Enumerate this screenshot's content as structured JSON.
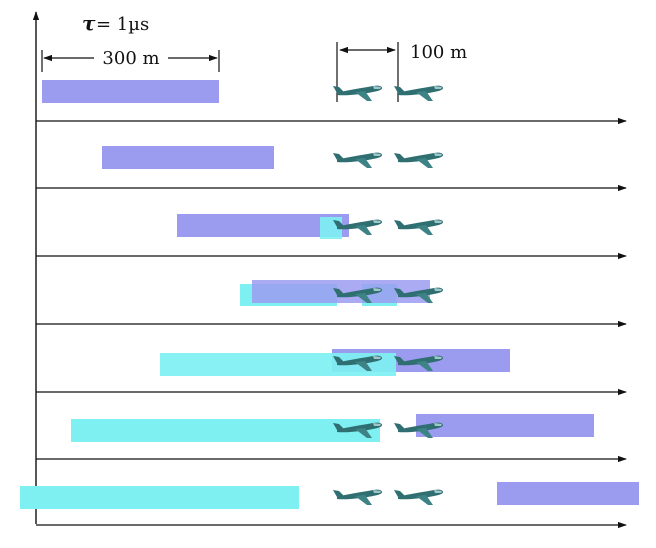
{
  "labels": {
    "tau": "τ",
    "tau_value": "= 1µs",
    "pulse_length": "300 m",
    "spacing": "100 m"
  },
  "colors": {
    "transmit_pulse": "#9b9cf0",
    "echo_pulse": "#7ef0f2",
    "axis": "#111111",
    "aircraft": "#2f6f72"
  },
  "icons": {
    "target": "aircraft-icon"
  },
  "rows": 7,
  "targets_per_row": 2
}
